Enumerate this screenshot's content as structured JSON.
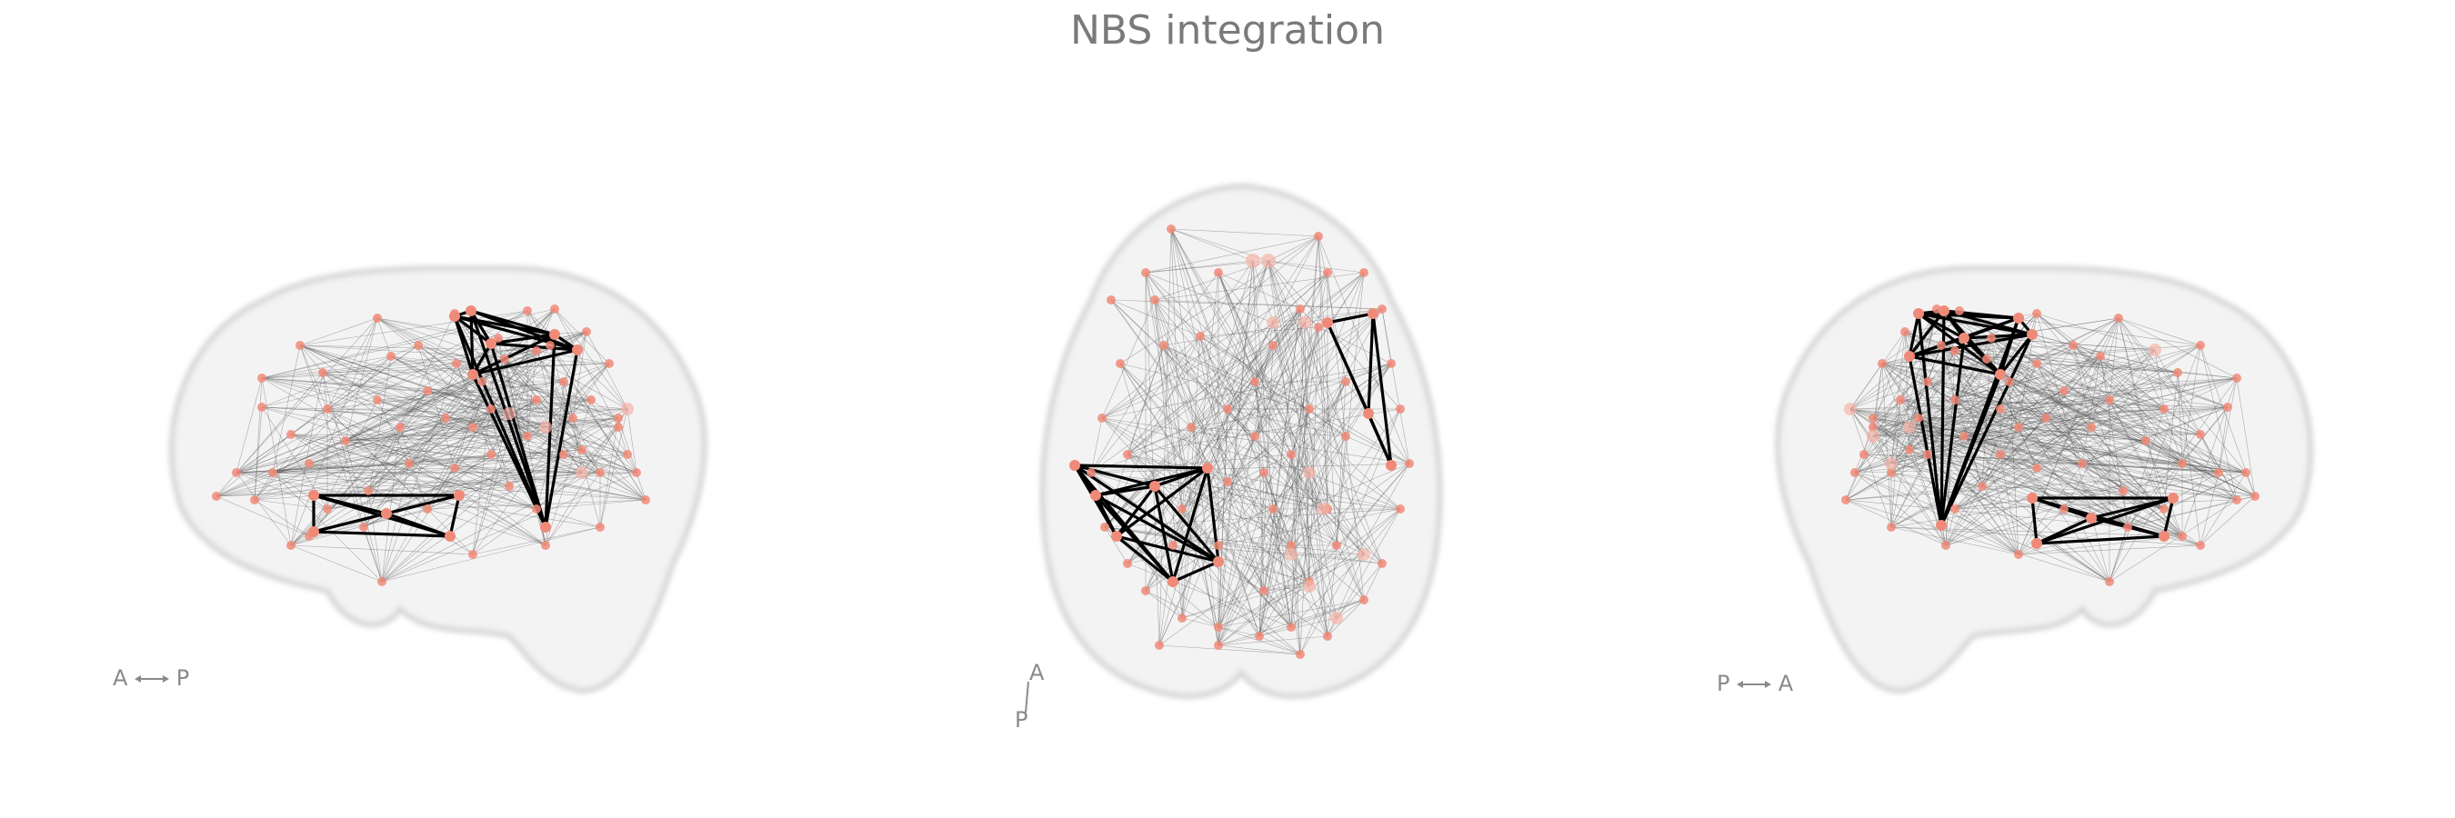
{
  "title": "NBS integration",
  "colors": {
    "node": "#f08a78",
    "node_faint": "#f6b3a8",
    "edge_weak": "#505050",
    "edge_strong": "#000000",
    "brain_fill": "#f1f1f1",
    "brain_outline": "#d9d9d9",
    "text": "#7a7a7a"
  },
  "views": [
    {
      "id": "left-sagittal",
      "orientation": {
        "from": "A",
        "to": "P"
      }
    },
    {
      "id": "axial",
      "orientation": {
        "from": "A",
        "to": "P"
      }
    },
    {
      "id": "right-sagittal",
      "orientation": {
        "from": "P",
        "to": "A"
      }
    }
  ],
  "connectivity": {
    "weak_edges": "dense network of thin gray edges between all nodes",
    "strong_edge_clusters": [
      "frontal-parietal cluster (upper)",
      "temporal cluster (lower rectangle)"
    ]
  }
}
